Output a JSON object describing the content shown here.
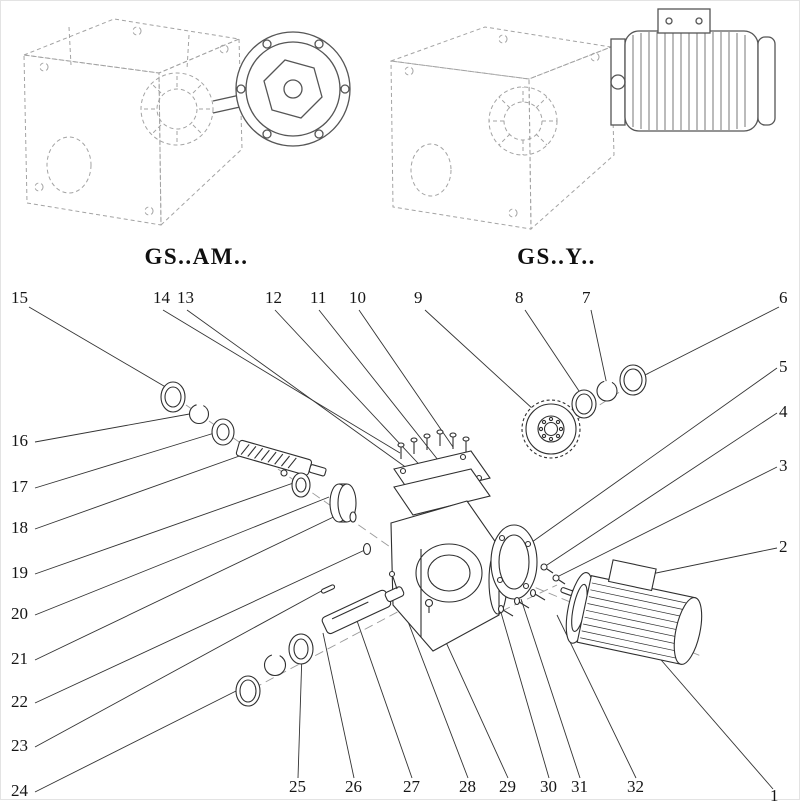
{
  "variants": {
    "left_label": "GS..AM..",
    "right_label": "GS..Y.."
  },
  "parts": [
    "1",
    "2",
    "3",
    "4",
    "5",
    "6",
    "7",
    "8",
    "9",
    "10",
    "11",
    "12",
    "13",
    "14",
    "15",
    "16",
    "17",
    "18",
    "19",
    "20",
    "21",
    "22",
    "23",
    "24",
    "25",
    "26",
    "27",
    "28",
    "29",
    "30",
    "31",
    "32"
  ],
  "colors": {
    "part_line": "#2f2f2f",
    "sketch_line": "#a3a3a3",
    "leader_line": "#333333"
  }
}
